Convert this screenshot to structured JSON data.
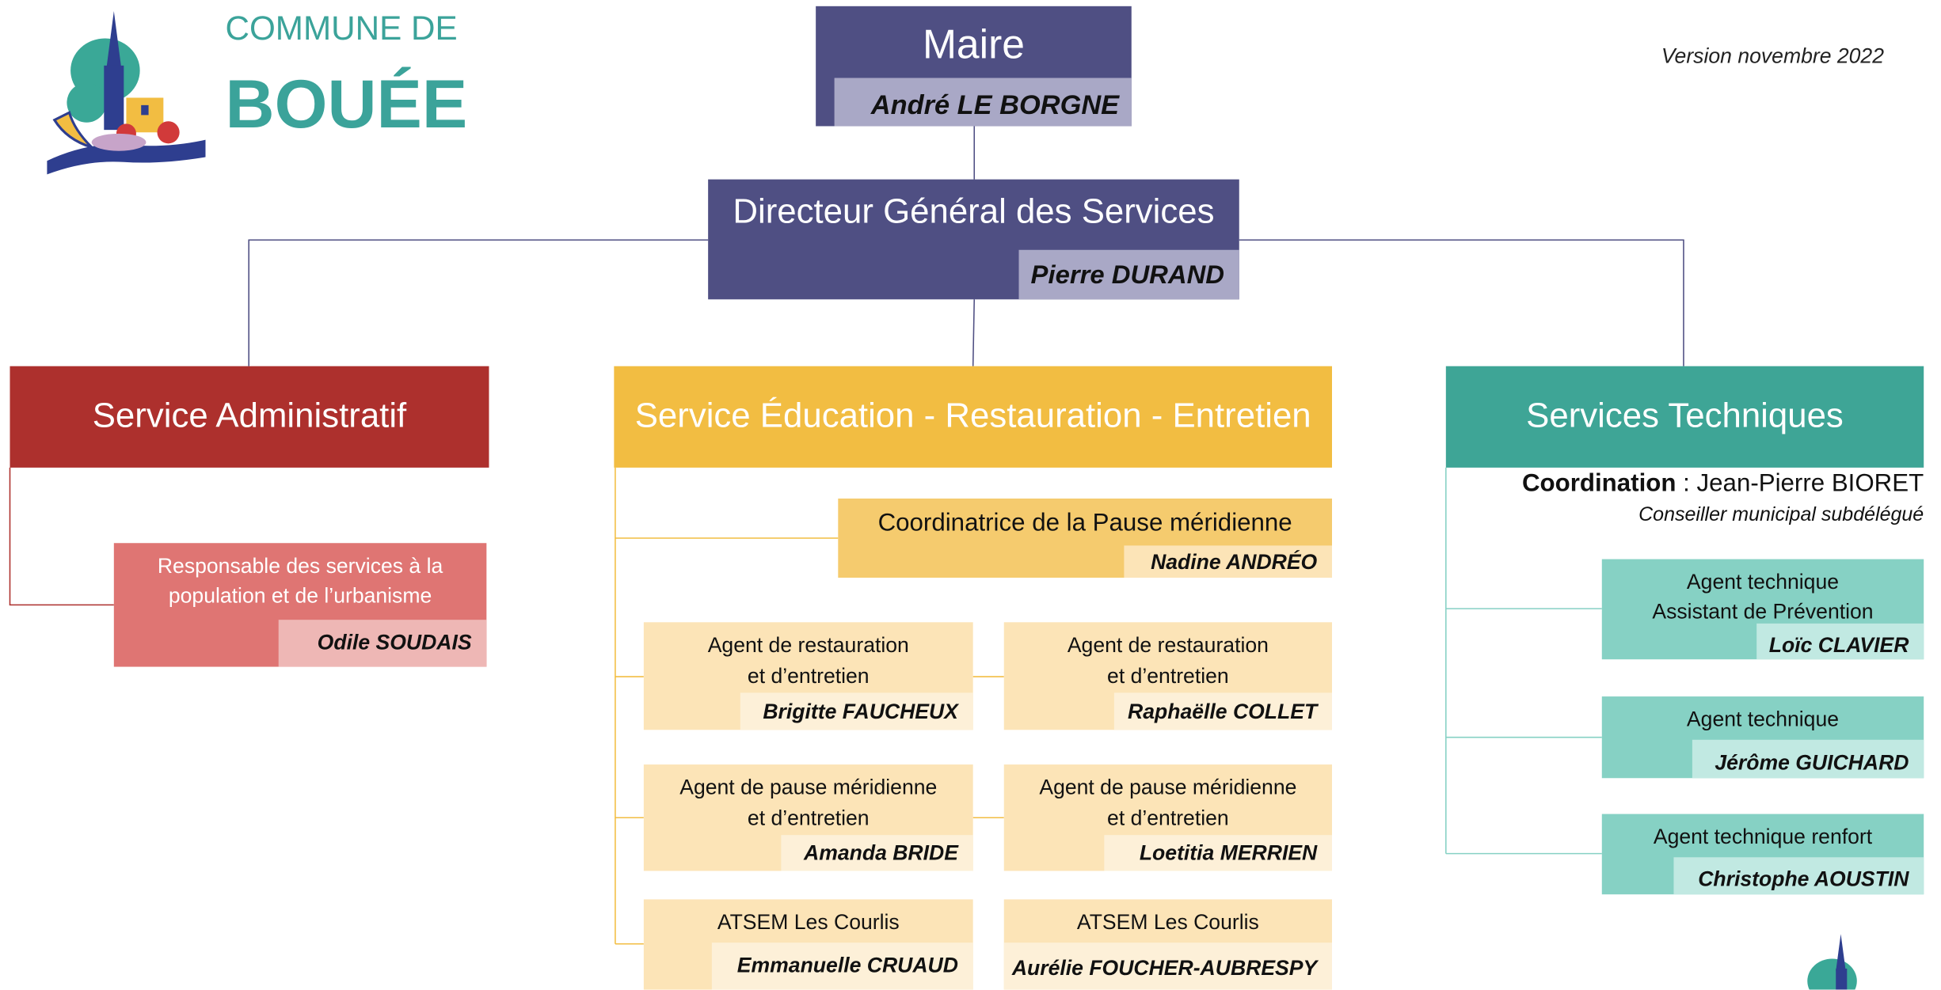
{
  "header": {
    "commune_de": "COMMUNE DE",
    "commune_name": "BOUÉE",
    "version": "Version novembre 2022"
  },
  "maire": {
    "title": "Maire",
    "name": "André LE BORGNE"
  },
  "dgs": {
    "title": "Directeur Général des Services",
    "name": "Pierre DURAND"
  },
  "admin": {
    "title": "Service Administratif",
    "box": {
      "role_line1": "Responsable des services à la",
      "role_line2": "population et de l’urbanisme",
      "name": "Odile SOUDAIS"
    }
  },
  "education": {
    "title": "Service Éducation - Restauration - Entretien",
    "coordinator": {
      "role": "Coordinatrice de la Pause méridienne",
      "name": "Nadine ANDRÉO"
    },
    "agents": [
      {
        "role_line1": "Agent de restauration",
        "role_line2": "et d’entretien",
        "name": "Brigitte FAUCHEUX"
      },
      {
        "role_line1": "Agent de restauration",
        "role_line2": "et d’entretien",
        "name": "Raphaëlle COLLET"
      },
      {
        "role_line1": "Agent de pause méridienne",
        "role_line2": "et d’entretien",
        "name": "Amanda BRIDE"
      },
      {
        "role_line1": "Agent de pause méridienne",
        "role_line2": "et d’entretien",
        "name": "Loetitia MERRIEN"
      },
      {
        "role_line1": "ATSEM Les Courlis",
        "role_line2": "",
        "name": "Emmanuelle CRUAUD"
      },
      {
        "role_line1": "ATSEM Les Courlis",
        "role_line2": "",
        "name": "Aurélie FOUCHER-AUBRESPY"
      }
    ]
  },
  "technique": {
    "title": "Services Techniques",
    "coordination_label": "Coordination",
    "coordination_value": " : Jean-Pierre BIORET",
    "coordination_sub": "Conseiller municipal subdélégué",
    "agents": [
      {
        "role_line1": "Agent technique",
        "role_line2": "Assistant de Prévention",
        "name": "Loïc CLAVIER"
      },
      {
        "role_line1": "Agent technique",
        "role_line2": "",
        "name": "Jérôme GUICHARD"
      },
      {
        "role_line1": "Agent technique renfort",
        "role_line2": "",
        "name": "Christophe AOUSTIN"
      }
    ]
  },
  "colors": {
    "navy": "#4f4f83",
    "navy_name_bg": "#a9a8c6",
    "red": "#ad302d",
    "red_light": "#df7573",
    "red_name_bg": "#eeb7b5",
    "yellow": "#f2bd42",
    "yellow_mid": "#f5cb6e",
    "yellow_light": "#fce4b7",
    "yellow_name_bg": "#fdf0d8",
    "teal": "#3ea596",
    "teal_light": "#86d1c4",
    "teal_name_bg": "#c1e9e2",
    "logo_text": "#3ba39a"
  },
  "icons": [
    "village-logo-icon"
  ]
}
